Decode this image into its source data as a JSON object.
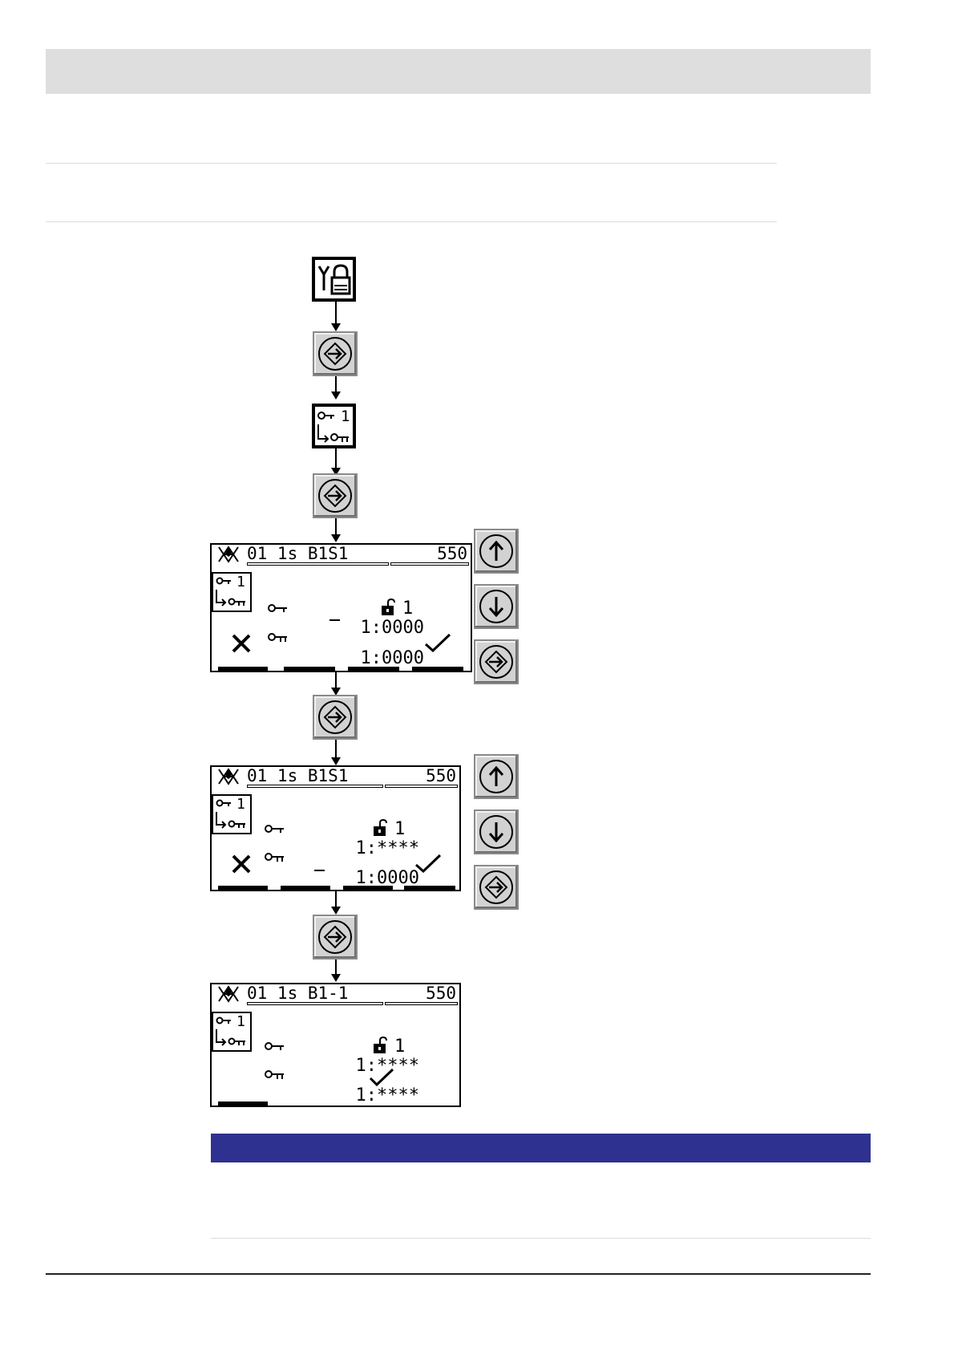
{
  "icons": {
    "tool_lock": "tool-lock-icon",
    "key_change": "key-change-icon",
    "enter": "enter-arrow-icon",
    "up": "up-arrow-icon",
    "down": "down-arrow-icon"
  },
  "menu_icon_text": "1",
  "screens": [
    {
      "title_left": "01 1s B1S1",
      "title_right": "550",
      "line1_prefix": "1:",
      "line1_value": "0000",
      "line1_suffix": "1",
      "line2_prefix": "1:",
      "line2_value": "0000"
    },
    {
      "title_left": "01 1s B1S1",
      "title_right": "550",
      "line1_prefix": "1:",
      "line1_value": "****",
      "line1_suffix": "1",
      "line2_prefix": "1:",
      "line2_value": "0000"
    },
    {
      "title_left": "01 1s B1-1",
      "title_right": "550",
      "line1_prefix": "1:",
      "line1_value": "****",
      "line1_suffix": "1",
      "line2_prefix": "1:",
      "line2_value": "****"
    }
  ],
  "colors": {
    "header_band": "#dedede",
    "blue_band": "#2e3190",
    "key_face": "#d2d2d2"
  }
}
